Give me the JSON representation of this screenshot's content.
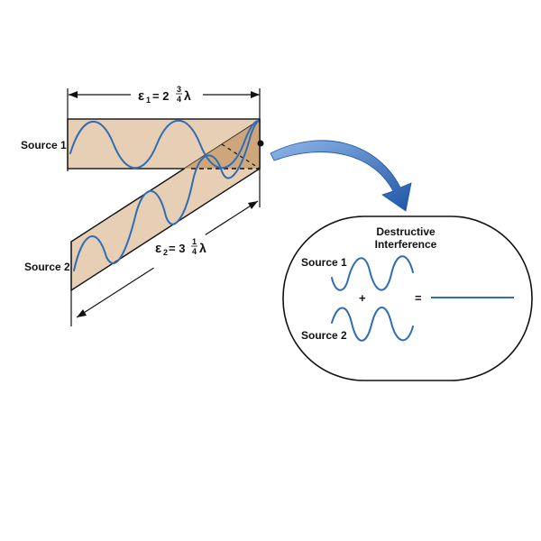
{
  "diagram": {
    "source1_label": "Source 1",
    "source2_label": "Source 2",
    "path1_symbol": "ε",
    "path1_sub": "1",
    "path1_eq": "= 2",
    "path1_frac_num": "3",
    "path1_frac_den": "4",
    "path1_unit": "λ",
    "path2_symbol": "ε",
    "path2_sub": "2",
    "path2_eq": "= 3",
    "path2_frac_num": "1",
    "path2_frac_den": "4",
    "path2_unit": "λ"
  },
  "inset": {
    "title_line1": "Destructive",
    "title_line2": "Interference",
    "source1_label": "Source 1",
    "source2_label": "Source 2",
    "plus_sign": "+",
    "equals_sign": "="
  },
  "colors": {
    "beam_fill": "#e7cfb5",
    "overlap_fill": "#c99f72",
    "wave": "#2f6db5",
    "arrow": "#2a63b3"
  }
}
